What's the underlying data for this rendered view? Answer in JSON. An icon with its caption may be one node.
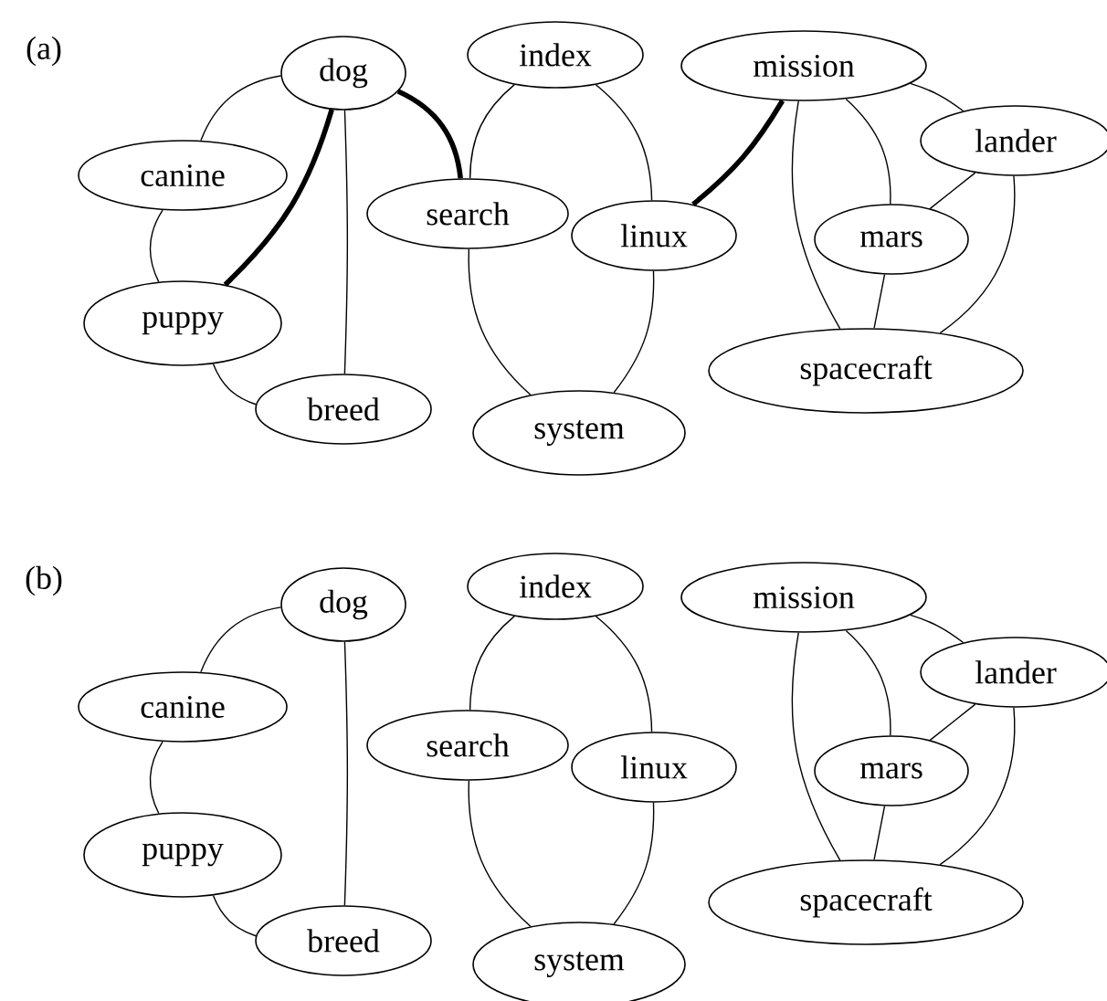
{
  "diagram": {
    "nodes": [
      {
        "text": [
          "dog"
        ]
      },
      {
        "text": [
          "index"
        ]
      },
      {
        "text": [
          "mission"
        ]
      },
      {
        "text": [
          "canine"
        ]
      },
      {
        "text": [
          "lander"
        ]
      },
      {
        "text": [
          "search"
        ]
      },
      {
        "text": [
          "linux"
        ]
      },
      {
        "text": [
          "mars"
        ]
      },
      {
        "text": [
          "puppy"
        ]
      },
      {
        "text": [
          "spacecraft"
        ]
      },
      {
        "text": [
          "breed"
        ]
      },
      {
        "text": [
          "system"
        ]
      },
      {
        "text": [
          "dog"
        ]
      },
      {
        "text": [
          "index"
        ]
      },
      {
        "text": [
          "mission"
        ]
      },
      {
        "text": [
          "canine"
        ]
      },
      {
        "text": [
          "lander"
        ]
      },
      {
        "text": [
          "search"
        ]
      },
      {
        "text": [
          "linux"
        ]
      },
      {
        "text": [
          "mars"
        ]
      },
      {
        "text": [
          "puppy"
        ]
      },
      {
        "text": [
          "spacecraft"
        ]
      },
      {
        "text": [
          "breed"
        ]
      },
      {
        "text": [
          "system"
        ]
      }
    ],
    "edges": [
      {
        "from": 0,
        "to": 3,
        "arrow": "none"
      },
      {
        "from": 3,
        "to": 8,
        "arrow": "none"
      },
      {
        "from": 8,
        "to": 10,
        "arrow": "none"
      },
      {
        "from": 0,
        "to": 10,
        "arrow": "none"
      },
      {
        "from": 0,
        "to": 8,
        "arrow": "none",
        "style": "thick"
      },
      {
        "from": 0,
        "to": 5,
        "arrow": "none",
        "style": "thick"
      },
      {
        "from": 1,
        "to": 5,
        "arrow": "none"
      },
      {
        "from": 1,
        "to": 6,
        "arrow": "none"
      },
      {
        "from": 5,
        "to": 11,
        "arrow": "none"
      },
      {
        "from": 6,
        "to": 11,
        "arrow": "none"
      },
      {
        "from": 6,
        "to": 2,
        "arrow": "none",
        "style": "thick"
      },
      {
        "from": 2,
        "to": 7,
        "arrow": "none"
      },
      {
        "from": 2,
        "to": 4,
        "arrow": "none"
      },
      {
        "from": 2,
        "to": 9,
        "arrow": "none"
      },
      {
        "from": 4,
        "to": 7,
        "arrow": "none"
      },
      {
        "from": 4,
        "to": 9,
        "arrow": "none"
      },
      {
        "from": 7,
        "to": 9,
        "arrow": "none"
      },
      {
        "from": 12,
        "to": 15,
        "arrow": "none"
      },
      {
        "from": 15,
        "to": 20,
        "arrow": "none"
      },
      {
        "from": 20,
        "to": 22,
        "arrow": "none"
      },
      {
        "from": 12,
        "to": 22,
        "arrow": "none"
      },
      {
        "from": 13,
        "to": 17,
        "arrow": "none"
      },
      {
        "from": 13,
        "to": 18,
        "arrow": "none"
      },
      {
        "from": 17,
        "to": 23,
        "arrow": "none"
      },
      {
        "from": 18,
        "to": 23,
        "arrow": "none"
      },
      {
        "from": 14,
        "to": 19,
        "arrow": "none"
      },
      {
        "from": 14,
        "to": 16,
        "arrow": "none"
      },
      {
        "from": 14,
        "to": 21,
        "arrow": "none"
      },
      {
        "from": 16,
        "to": 19,
        "arrow": "none"
      },
      {
        "from": 16,
        "to": 21,
        "arrow": "none"
      },
      {
        "from": 19,
        "to": 21,
        "arrow": "none"
      }
    ],
    "labels": [
      "(a)",
      "(b)"
    ]
  }
}
